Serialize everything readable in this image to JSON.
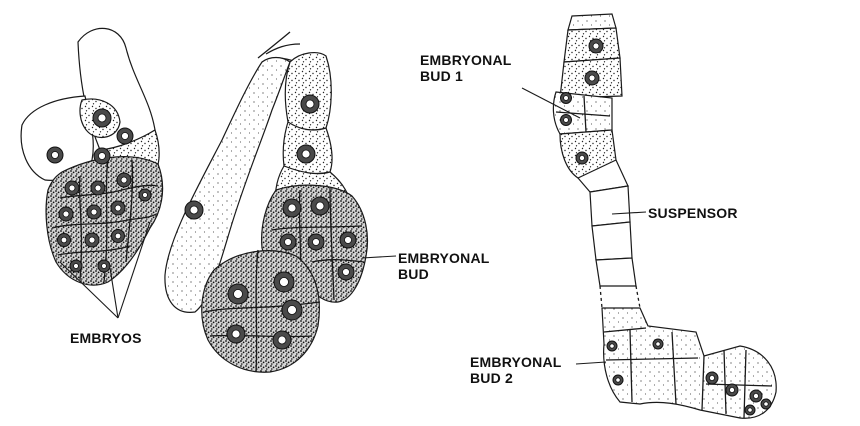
{
  "labels": {
    "embryos": "EMBRYOS",
    "embryonal_bud_line1": "EMBRYONAL",
    "embryonal_bud_line2": "BUD",
    "embryonal_bud_1_line1": "EMBRYONAL",
    "embryonal_bud_1_line2": "BUD 1",
    "suspensor": "SUSPENSOR",
    "embryonal_bud_2_line1": "EMBRYONAL",
    "embryonal_bud_2_line2": "BUD 2"
  },
  "colors": {
    "ink": "#1a1a1a",
    "paper": "#ffffff"
  }
}
